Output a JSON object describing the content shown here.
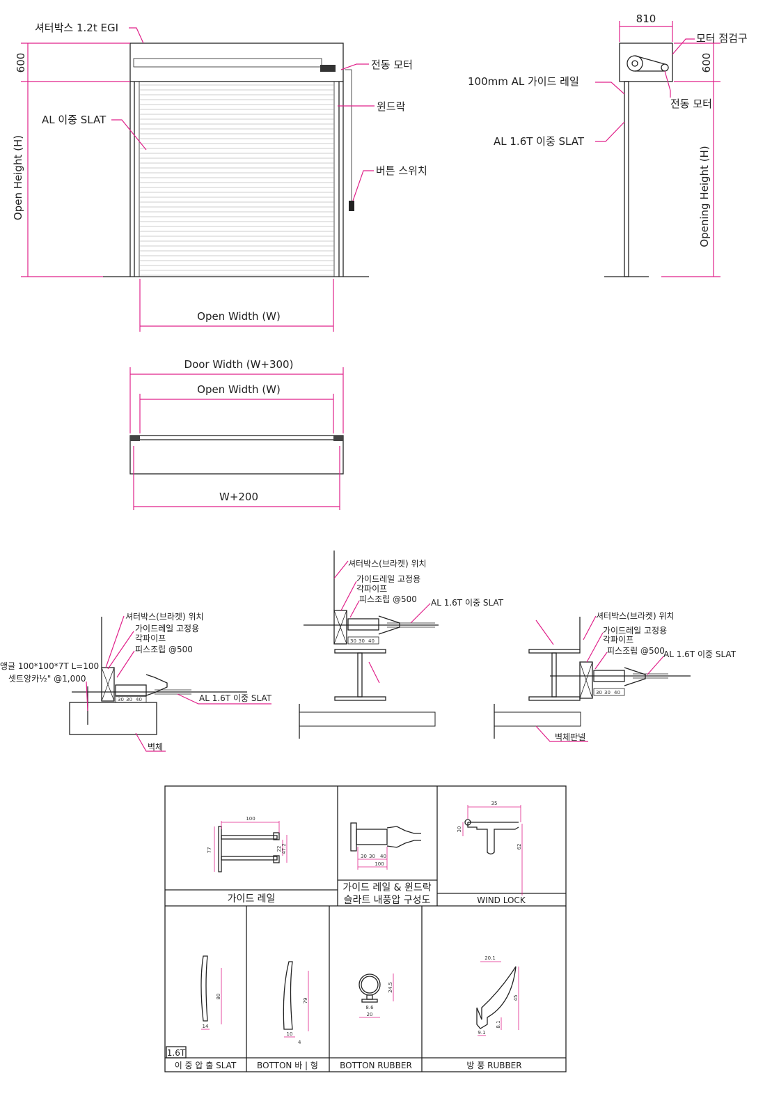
{
  "front": {
    "box_label": "셔터박스 1.2t EGI",
    "motor_label": "전동 모터",
    "windlock_label": "윈드락",
    "slat_label": "AL 이중 SLAT",
    "switch_label": "버튼 스위치",
    "box_height": "600",
    "height_label": "Open Height (H)",
    "width_label": "Open Width (W)"
  },
  "side": {
    "width_dim": "810",
    "inspection_label": "모터 점검구",
    "rail_label": "100mm AL 가이드 레일",
    "motor_label": "전동 모터",
    "slat_label": "AL 1.6T 이중 SLAT",
    "box_height": "600",
    "height_label": "Opening Height (H)"
  },
  "plan": {
    "door_width": "Door Width (W+300)",
    "open_width": "Open Width (W)",
    "box_width": "W+200"
  },
  "sections": {
    "left": {
      "bracket": "셔터박스(브라켓) 위치",
      "fix1": "가이드레일 고정용",
      "fix2": "각파이프",
      "screw": "피스조립 @500",
      "angle1": "앵글 100*100*7T L=100",
      "angle2": "셋트앙카½\" @1,000",
      "slat": "AL 1.6T 이중 SLAT",
      "wall": "벽체"
    },
    "middle": {
      "bracket": "셔터박스(브라켓) 위치",
      "fix1": "가이드레일 고정용",
      "fix2": "각파이프",
      "screw": "피스조립 @500",
      "slat": "AL 1.6T 이중 SLAT"
    },
    "right": {
      "bracket": "셔터박스(브라켓) 위치",
      "fix1": "가이드레일 고정용",
      "fix2": "각파이프",
      "screw": "피스조립 @500",
      "slat": "AL 1.6T 이중 SLAT",
      "wall": "벽체판넬"
    },
    "dims": [
      "30",
      "30",
      "40"
    ]
  },
  "table": {
    "guide_rail": {
      "label": "가이드 레일",
      "dims": [
        "100",
        "77",
        "22",
        "47.2"
      ]
    },
    "assembly": {
      "label1": "가이드 레일 & 윈드락",
      "label2": "슬라트 내풍압 구성도",
      "dims": [
        "30",
        "30",
        "40",
        "100"
      ]
    },
    "wind_lock": {
      "label": "WIND LOCK",
      "dims": [
        "35",
        "30",
        "62"
      ]
    },
    "slat": {
      "label": "이 중 압 출  SLAT",
      "badge": "1.6T",
      "dims": [
        "80",
        "14"
      ]
    },
    "bottom_bar": {
      "label": "BOTTON 바 | 형",
      "dims": [
        "79",
        "4",
        "10"
      ]
    },
    "bottom_rubber": {
      "label": "BOTTON RUBBER",
      "dims": [
        "24.5",
        "8.6",
        "20"
      ]
    },
    "wind_rubber": {
      "label": "방 풍  RUBBER",
      "dims": [
        "20.1",
        "45",
        "8.1",
        "9.1"
      ]
    }
  }
}
